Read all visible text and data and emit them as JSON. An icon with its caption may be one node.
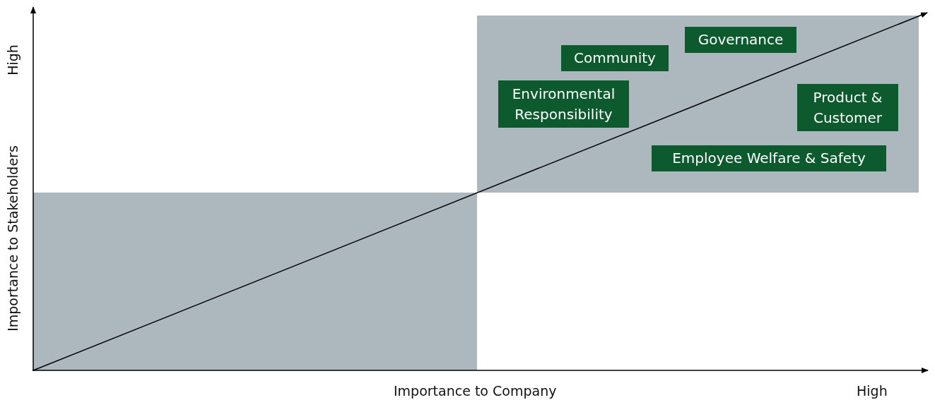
{
  "diagram": {
    "nodes": [
      {
        "text": [],
        "shape": "box"
      },
      {
        "text": [
          "Governance"
        ],
        "in": 0
      },
      {
        "text": [
          "Community"
        ],
        "in": 0
      },
      {
        "text": [
          "Environmental Responsibility"
        ],
        "in": 0
      },
      {
        "text": [
          "Product & Customer"
        ],
        "in": 0
      },
      {
        "text": [
          "Employee Welfare & Safety"
        ],
        "in": 0
      },
      {
        "text": [],
        "shape": "box"
      }
    ],
    "edges": [],
    "labels": [
      "High",
      "Importance to Stakeholders",
      "Importance to Company",
      "High"
    ]
  }
}
